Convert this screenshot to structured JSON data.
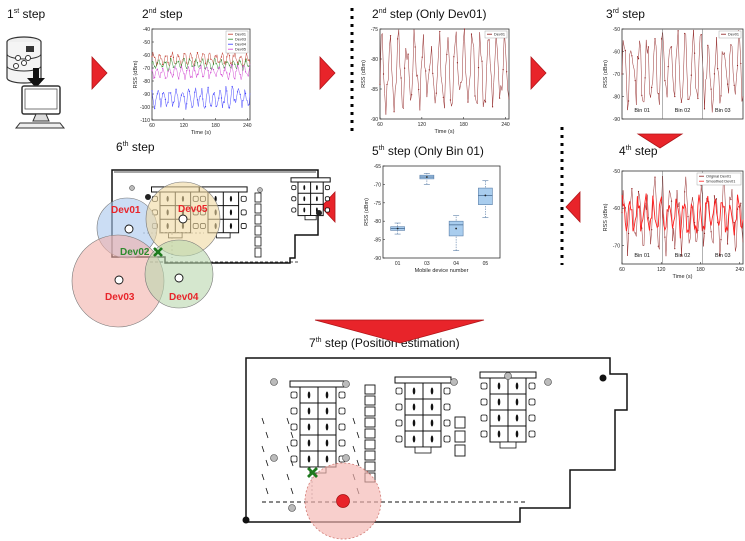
{
  "steps": {
    "s1": {
      "num": "1",
      "sup": "st",
      "label": "step"
    },
    "s2": {
      "num": "2",
      "sup": "nd",
      "label": "step"
    },
    "s2b": {
      "num": "2",
      "sup": "nd",
      "label": "step (Only Dev01)"
    },
    "s3": {
      "num": "3",
      "sup": "rd",
      "label": "step"
    },
    "s4": {
      "num": "4",
      "sup": "th",
      "label": "step"
    },
    "s5": {
      "num": "5",
      "sup": "th",
      "label": "step (Only Bin 01)"
    },
    "s6": {
      "num": "6",
      "sup": "th",
      "label": "step"
    },
    "s7": {
      "num": "7",
      "sup": "th",
      "label": "step (Position estimation)"
    }
  },
  "colors": {
    "arrow": "#e8242a",
    "dev_red": "#e8242a",
    "dev_green": "#2e8b2e"
  },
  "chart_data": [
    {
      "id": "step2-all-devices",
      "type": "line",
      "title": "",
      "xlabel": "Time (s)",
      "ylabel": "RSS (dBm)",
      "xlim": [
        60,
        245
      ],
      "ylim": [
        -110,
        -40
      ],
      "xticks": [
        "60",
        "120",
        "180",
        "240"
      ],
      "yticks": [
        "-40",
        "-50",
        "-60",
        "-70",
        "-80",
        "-90",
        "-100",
        "-110"
      ],
      "legend_position": "top-right",
      "series": [
        {
          "name": "Dev01",
          "color": "#c0392b",
          "mean": -63,
          "amp": 4
        },
        {
          "name": "Dev03",
          "color": "#2e8b2e",
          "mean": -67,
          "amp": 3
        },
        {
          "name": "Dev04",
          "color": "#3a3aff",
          "mean": -93,
          "amp": 6
        },
        {
          "name": "Dev05",
          "color": "#d040d0",
          "mean": -73,
          "amp": 4
        }
      ]
    },
    {
      "id": "step2-dev01",
      "type": "line",
      "xlabel": "Time (s)",
      "ylabel": "RSS (dBm)",
      "xlim": [
        60,
        245
      ],
      "ylim": [
        -90,
        -75
      ],
      "xticks": [
        "60",
        "120",
        "180",
        "240"
      ],
      "yticks": [
        "-75",
        "-80",
        "-85",
        "-90"
      ],
      "legend_position": "top-right",
      "series": [
        {
          "name": "Dev01",
          "color": "#8b1a1a",
          "mean": -82,
          "amp": 5
        }
      ]
    },
    {
      "id": "step3-bins",
      "type": "line",
      "xlabel": "",
      "ylabel": "RSS (dBm)",
      "xlim": [
        60,
        245
      ],
      "ylim": [
        -90,
        -50
      ],
      "yticks": [
        "-50",
        "-60",
        "-70",
        "-80",
        "-90"
      ],
      "legend_position": "top-right",
      "bins": [
        "Bin 01",
        "Bin 02",
        "Bin 03"
      ],
      "series": [
        {
          "name": "Dev01",
          "color": "#8b1a1a",
          "mean": -68,
          "amp": 12
        }
      ]
    },
    {
      "id": "step4-smoothed",
      "type": "line",
      "xlabel": "Time (s)",
      "ylabel": "RSS (dBm)",
      "xlim": [
        60,
        245
      ],
      "ylim": [
        -75,
        -50
      ],
      "xticks": [
        "60",
        "120",
        "180",
        "240"
      ],
      "yticks": [
        "-50",
        "-60",
        "-70"
      ],
      "legend_position": "top-right",
      "bins": [
        "Bin 01",
        "Bin 02",
        "Bin 03"
      ],
      "series": [
        {
          "name": "Original Dev01",
          "color": "#8b1a1a",
          "mean": -62,
          "amp": 7
        },
        {
          "name": "Smoothed Dev01",
          "color": "#ff2020",
          "mean": -62,
          "amp": 4
        }
      ]
    },
    {
      "id": "step5-boxplot",
      "type": "box",
      "xlabel": "Mobile device number",
      "ylabel": "RSS (dBm)",
      "ylim": [
        -90,
        -65
      ],
      "yticks": [
        "-65",
        "-70",
        "-75",
        "-80",
        "-85",
        "-90"
      ],
      "categories": [
        "01",
        "03",
        "04",
        "05"
      ],
      "boxes": [
        {
          "q1": -82.5,
          "median": -82,
          "q3": -81.5,
          "min": -83.5,
          "max": -80.5,
          "mean": -82
        },
        {
          "q1": -68.5,
          "median": -68,
          "q3": -67.5,
          "min": -70,
          "max": -67,
          "mean": -68
        },
        {
          "q1": -84,
          "median": -81,
          "q3": -80,
          "min": -88,
          "max": -78.5,
          "mean": -82
        },
        {
          "q1": -75.5,
          "median": -73,
          "q3": -71,
          "min": -79,
          "max": -69,
          "mean": -73
        }
      ]
    }
  ],
  "map6": {
    "devices": [
      {
        "name": "Dev01",
        "color": "#e8242a"
      },
      {
        "name": "Dev05",
        "color": "#e8242a"
      },
      {
        "name": "Dev02",
        "color": "#2e8b2e"
      },
      {
        "name": "Dev03",
        "color": "#e8242a"
      },
      {
        "name": "Dev04",
        "color": "#e8242a"
      }
    ]
  }
}
